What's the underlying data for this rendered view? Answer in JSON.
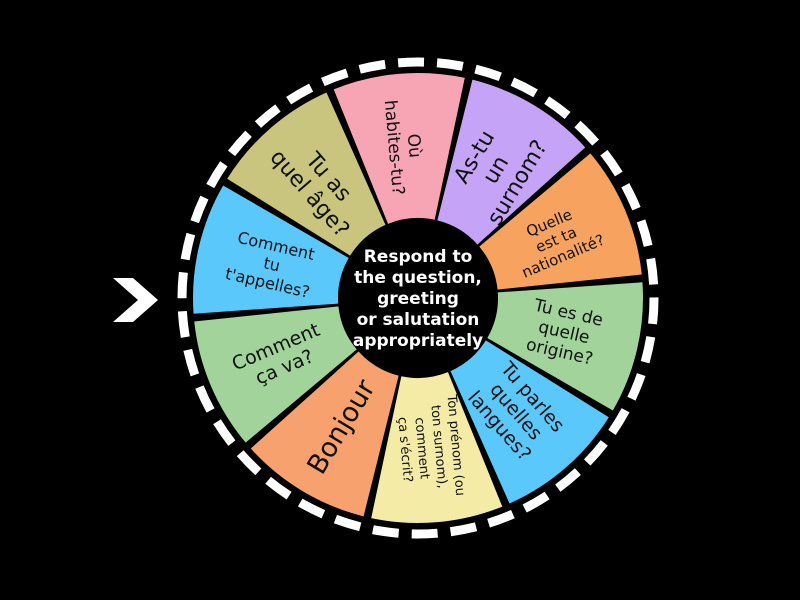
{
  "wheel": {
    "center_text": [
      "Respond to",
      "the question,",
      "greeting",
      "or salutation",
      "appropriately"
    ],
    "segments": [
      {
        "lines": [
          "Comment",
          "tu",
          "t'appelles?"
        ],
        "color": "#5ac8fa"
      },
      {
        "lines": [
          "Tu as",
          "quel âge?"
        ],
        "color": "#c9c47e"
      },
      {
        "lines": [
          "Où",
          "habites-tu?"
        ],
        "color": "#f7a5b5"
      },
      {
        "lines": [
          "As-tu",
          "un",
          "surnom?"
        ],
        "color": "#c5a3f6"
      },
      {
        "lines": [
          "Quelle",
          "est ta",
          "nationalité?"
        ],
        "color": "#f7a25e"
      },
      {
        "lines": [
          "Tu es de",
          "quelle",
          "origine?"
        ],
        "color": "#a1d39b"
      },
      {
        "lines": [
          "Tu parles",
          "quelles",
          "langues?"
        ],
        "color": "#5ac8fa"
      },
      {
        "lines": [
          "Ton prénom (ou",
          "ton surnom),",
          "comment",
          "ça s'écrit?"
        ],
        "color": "#f3eba6"
      },
      {
        "lines": [
          "Bonjour"
        ],
        "color": "#f7a26e"
      },
      {
        "lines": [
          "Comment",
          "ça va?"
        ],
        "color": "#a1d39b"
      }
    ]
  },
  "pointer": {
    "icon": "chevron-right-icon",
    "color": "#ffffff"
  }
}
